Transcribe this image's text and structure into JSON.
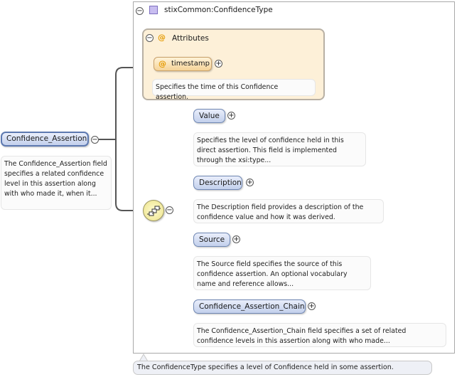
{
  "root": {
    "name": "Confidence_Assertion",
    "doc": "The Confidence_Assertion field specifies a related confidence level in this assertion along with who made it, when it..."
  },
  "type": {
    "name": "stixCommon:ConfidenceType",
    "doc": "The ConfidenceType specifies a level of Confidence held in some assertion."
  },
  "attributes": {
    "title": "Attributes",
    "at_symbol": "@",
    "items": [
      {
        "name": "timestamp",
        "doc": "Specifies the time of this Confidence assertion."
      }
    ]
  },
  "sequence": {
    "icon": "sequence-compositor-icon",
    "elements": [
      {
        "name": "Value",
        "doc": "Specifies the level of confidence held in this direct assertion. This field is implemented through the xsi:type..."
      },
      {
        "name": "Description",
        "doc": "The Description field provides a description of the confidence value and how it was derived."
      },
      {
        "name": "Source",
        "doc": "The Source field specifies the source of this confidence assertion. An optional vocabulary name and reference allows..."
      },
      {
        "name": "Confidence_Assertion_Chain",
        "doc": "The Confidence_Assertion_Chain field specifies a set of related confidence levels in this assertion along with who made..."
      }
    ]
  },
  "symbols": {
    "collapse": "−",
    "expand": "+"
  },
  "colors": {
    "element_fill": "#c3d0ec",
    "attribute_fill": "#f5d398",
    "attribute_box": "#fdf0d8",
    "type_icon": "#c8bdf0"
  }
}
